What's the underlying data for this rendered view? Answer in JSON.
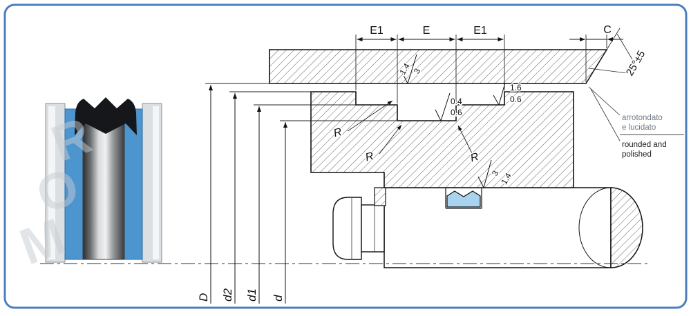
{
  "frame_color": "#4d7ebf",
  "watermark": {
    "l1": "R",
    "l2": "O",
    "l3": "M"
  },
  "top_dimensions": {
    "e1_left": "E1",
    "e_center": "E",
    "e1_right": "E1",
    "c_label": "C"
  },
  "chamfer_angle": "25°±5",
  "notes": {
    "it1": "arrotondato",
    "it2": "e lucidato",
    "en1": "rounded and",
    "en2": "polished"
  },
  "radius": {
    "r1": "R",
    "r2": "R",
    "r3": "R"
  },
  "finish": {
    "bore_a": "1.4",
    "bore_b": "3",
    "groove_a": "0.4",
    "groove_b": "0.6",
    "land_a": "1.6",
    "land_b": "0.6",
    "rod_a": "3",
    "rod_b": "1.4"
  },
  "diameters": {
    "big_d": "D",
    "d2": "d2",
    "d1": "d1",
    "small_d": "d"
  }
}
